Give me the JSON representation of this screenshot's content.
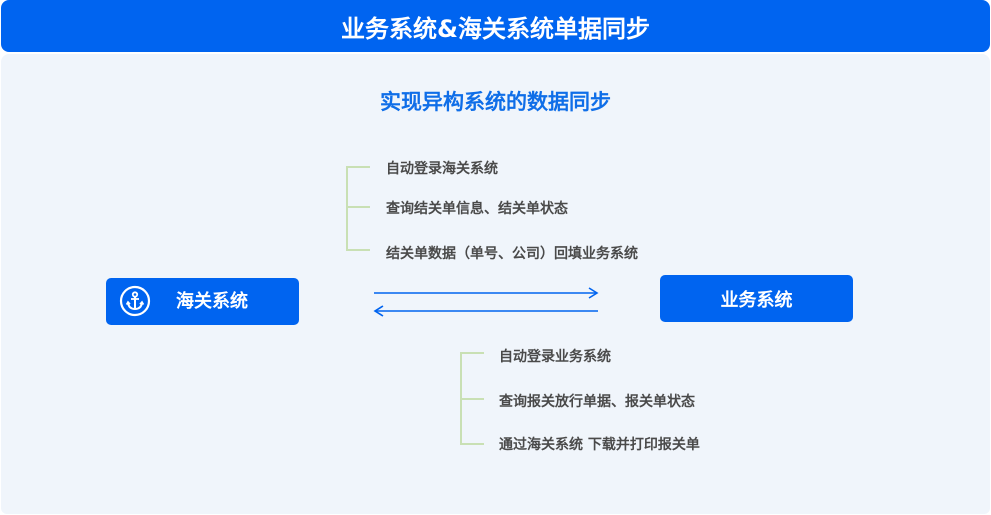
{
  "header": {
    "title": "业务系统&海关系统单据同步"
  },
  "subtitle": "实现异构系统的数据同步",
  "top_list": {
    "items": [
      "自动登录海关系统",
      "查询结关单信息、结关单状态",
      "结关单数据（单号、公司）回填业务系统"
    ]
  },
  "bottom_list": {
    "items": [
      "自动登录业务系统",
      "查询报关放行单据、报关单状态",
      "通过海关系统 下载并打印报关单"
    ]
  },
  "customs_system": {
    "label": "海关系统",
    "icon": "anchor-icon"
  },
  "business_system": {
    "label": "业务系统"
  },
  "colors": {
    "primary": "#0064f0",
    "subtitle": "#0f6ee8",
    "panel_bg": "#f0f5fb",
    "bracket": "#c9e0b4",
    "item_text": "#4a4a4a"
  }
}
